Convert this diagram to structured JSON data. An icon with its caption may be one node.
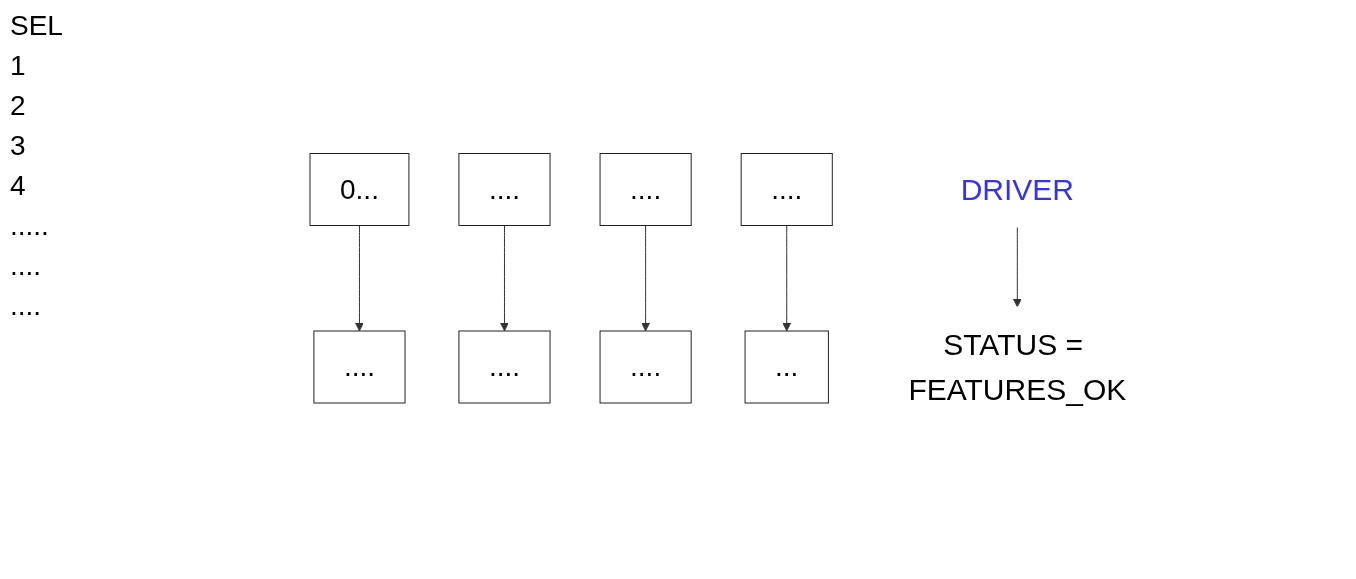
{
  "diagram": {
    "nodes": [
      {
        "text": [
          "0..."
        ]
      },
      {
        "text": [
          "...."
        ]
      },
      {
        "text": [
          "...."
        ]
      },
      {
        "text": [
          "...."
        ]
      },
      {
        "text": [
          "...."
        ]
      },
      {
        "text": [
          "...."
        ]
      },
      {
        "text": [
          "...."
        ]
      },
      {
        "text": [
          "..."
        ]
      },
      {
        "text": [
          "DRIVER"
        ]
      },
      {
        "text": [
          "STATUS = FEATURES_OK"
        ]
      }
    ],
    "edges": [
      {
        "from": 0,
        "to": 4,
        "arrow": "to"
      },
      {
        "from": 1,
        "to": 5,
        "arrow": "to"
      },
      {
        "from": 2,
        "to": 6,
        "arrow": "to"
      },
      {
        "from": 3,
        "to": 7,
        "arrow": "to"
      },
      {
        "from": 8,
        "to": 9,
        "arrow": "to"
      }
    ],
    "labels": [
      "SEL",
      "1",
      "2",
      "3",
      "4",
      ".....",
      "....",
      "...."
    ]
  }
}
